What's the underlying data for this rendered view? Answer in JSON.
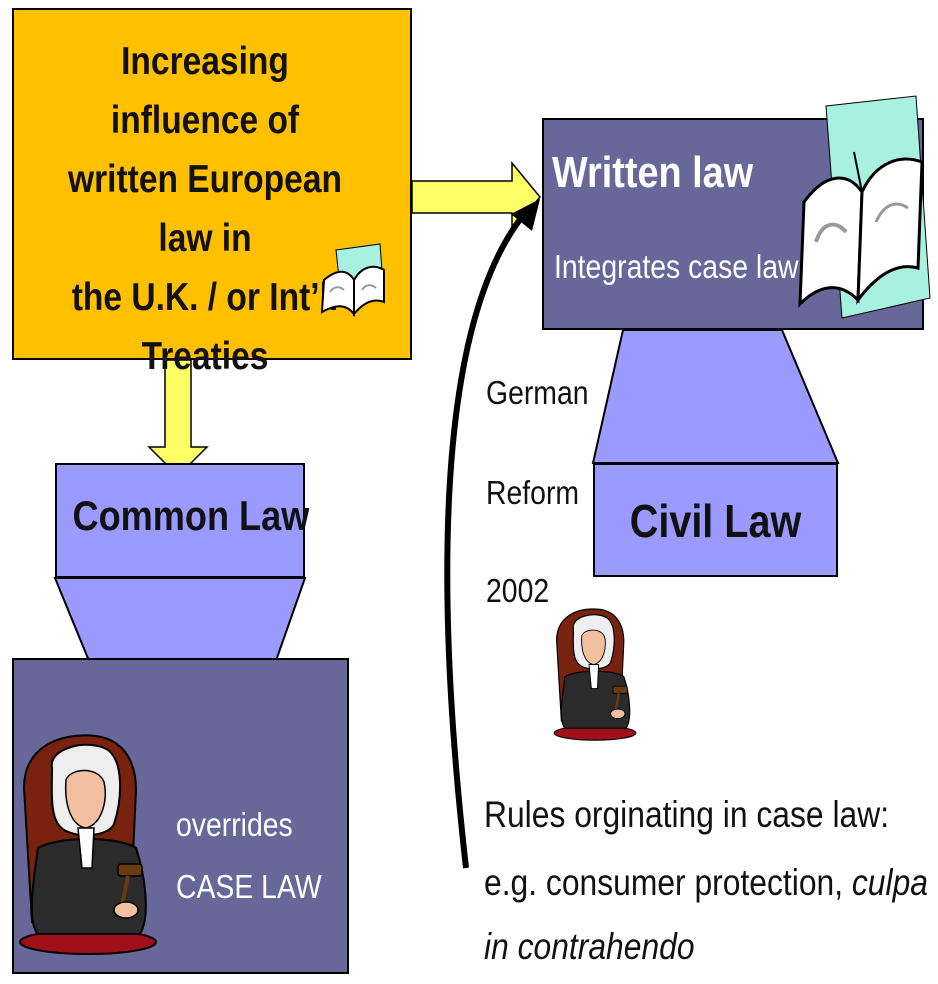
{
  "european_box": {
    "lines": [
      "Increasing influence of",
      "written European law in",
      "the U.K. / or Int’l.",
      "Treaties"
    ]
  },
  "written_law_box": {
    "title": "Written law",
    "subtitle": "Integrates case law"
  },
  "civil_law": {
    "label": "Civil Law"
  },
  "common_law": {
    "label": "Common Law"
  },
  "case_law_box": {
    "line1": "overrides",
    "line2": "CASE LAW"
  },
  "german_reform": {
    "line1": "German",
    "line2": "Reform",
    "line3": "2002"
  },
  "rules": {
    "line1": "Rules orginating in case law:",
    "line2_prefix": "e.g. consumer protection, ",
    "line2_italic": "culpa",
    "line3_italic": "in contrahendo"
  },
  "colors": {
    "european_box": "#ffc000",
    "dark_box": "#67679a",
    "light_box": "#9a9aff",
    "yellow_arrow": "#ffff66"
  },
  "icons": [
    "book-icon",
    "judge-icon"
  ]
}
